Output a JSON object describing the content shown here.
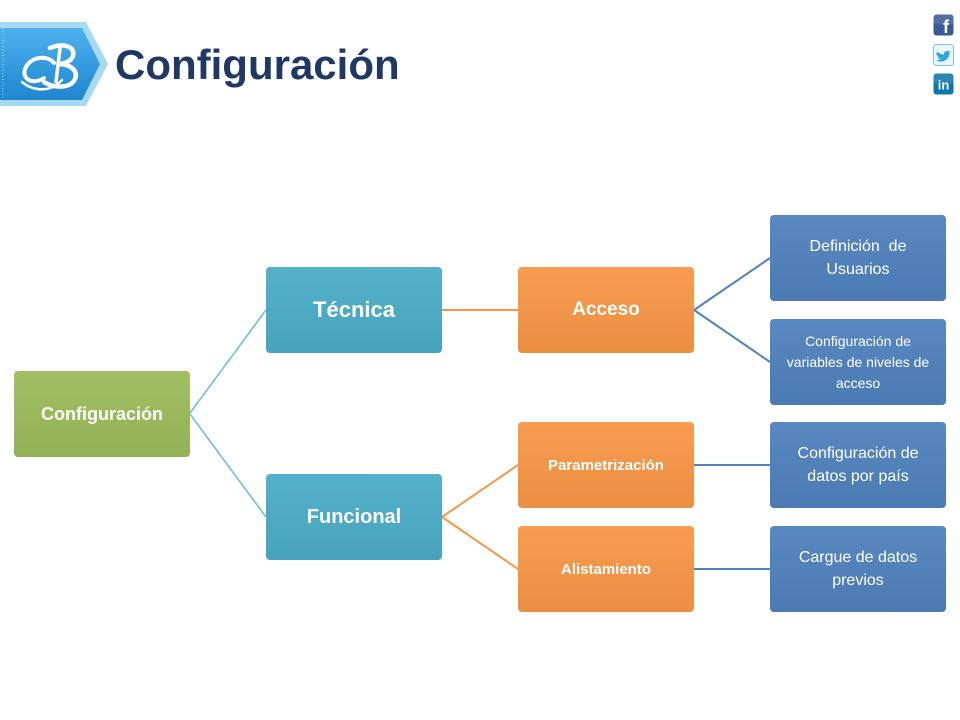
{
  "title": "Configuración",
  "logo": {
    "icon": "cb-logo-icon",
    "outer_color": "#A9D8F2",
    "inner_color": "#2B8FD6"
  },
  "social": [
    {
      "icon": "facebook-icon",
      "glyph": "f",
      "color": "#3B5998"
    },
    {
      "icon": "twitter-icon",
      "color": "#2FA4DF"
    },
    {
      "icon": "linkedin-icon",
      "glyph": "in",
      "color": "#0E76A8"
    }
  ],
  "colors": {
    "title": "#1F3864",
    "root": "#9BBB59",
    "level1": "#4BACC6",
    "level2": "#F79646",
    "level3": "#4F81BD",
    "connector_root": "#6FC0D8",
    "connector_level1": "#F79646",
    "connector_level2": "#4F81BD"
  },
  "diagram": {
    "root": {
      "label": "Configuración",
      "children": [
        {
          "label": "Técnica",
          "children": [
            {
              "label": "Acceso",
              "children": [
                {
                  "label": "Definición  de Usuarios"
                },
                {
                  "label": "Configuración de variables de niveles de acceso"
                }
              ]
            }
          ]
        },
        {
          "label": "Funcional",
          "children": [
            {
              "label": "Parametrización",
              "children": [
                {
                  "label": "Configuración de datos por país"
                }
              ]
            },
            {
              "label": "Alistamiento",
              "children": [
                {
                  "label": "Cargue de datos previos"
                }
              ]
            }
          ]
        }
      ]
    }
  }
}
